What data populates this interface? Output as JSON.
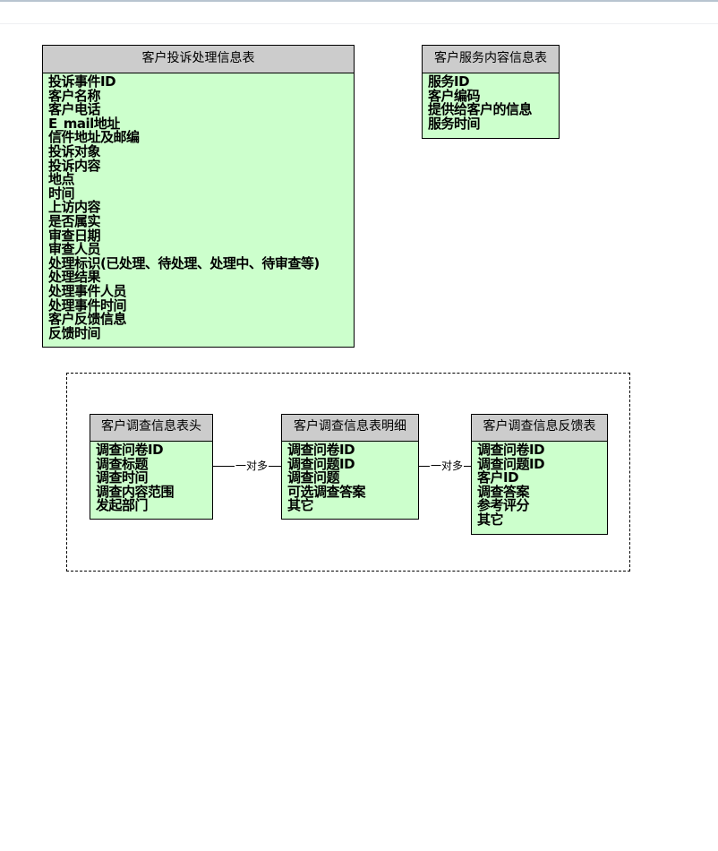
{
  "tables": {
    "complaint": {
      "title": "客户投诉处理信息表",
      "fields": [
        "投诉事件ID",
        "客户名称",
        "客户电话",
        "E_mail地址",
        "信件地址及邮编",
        "投诉对象",
        "投诉内容",
        "地点",
        "时间",
        "上访内容",
        "是否属实",
        "审查日期",
        "审查人员",
        "处理标识(已处理、待处理、处理中、待审查等)",
        "处理结果",
        "处理事件人员",
        "处理事件时间",
        "客户反馈信息",
        "反馈时间"
      ]
    },
    "service": {
      "title": "客户服务内容信息表",
      "fields": [
        "服务ID",
        "客户编码",
        "提供给客户的信息",
        "服务时间"
      ]
    },
    "survey_head": {
      "title": "客户调查信息表头",
      "fields": [
        "调查问卷ID",
        "调查标题",
        "调查时间",
        "调查内容范围",
        "发起部门"
      ]
    },
    "survey_detail": {
      "title": "客户调查信息表明细",
      "fields": [
        "调查问卷ID",
        "调查问题ID",
        "调查问题",
        "可选调查答案",
        "其它"
      ]
    },
    "survey_feedback": {
      "title": "客户调查信息反馈表",
      "fields": [
        "调查问卷ID",
        "调查问题ID",
        "客户ID",
        "调查答案",
        "参考评分",
        "其它"
      ]
    }
  },
  "relations": [
    {
      "label": "一对多"
    },
    {
      "label": "一对多"
    }
  ]
}
